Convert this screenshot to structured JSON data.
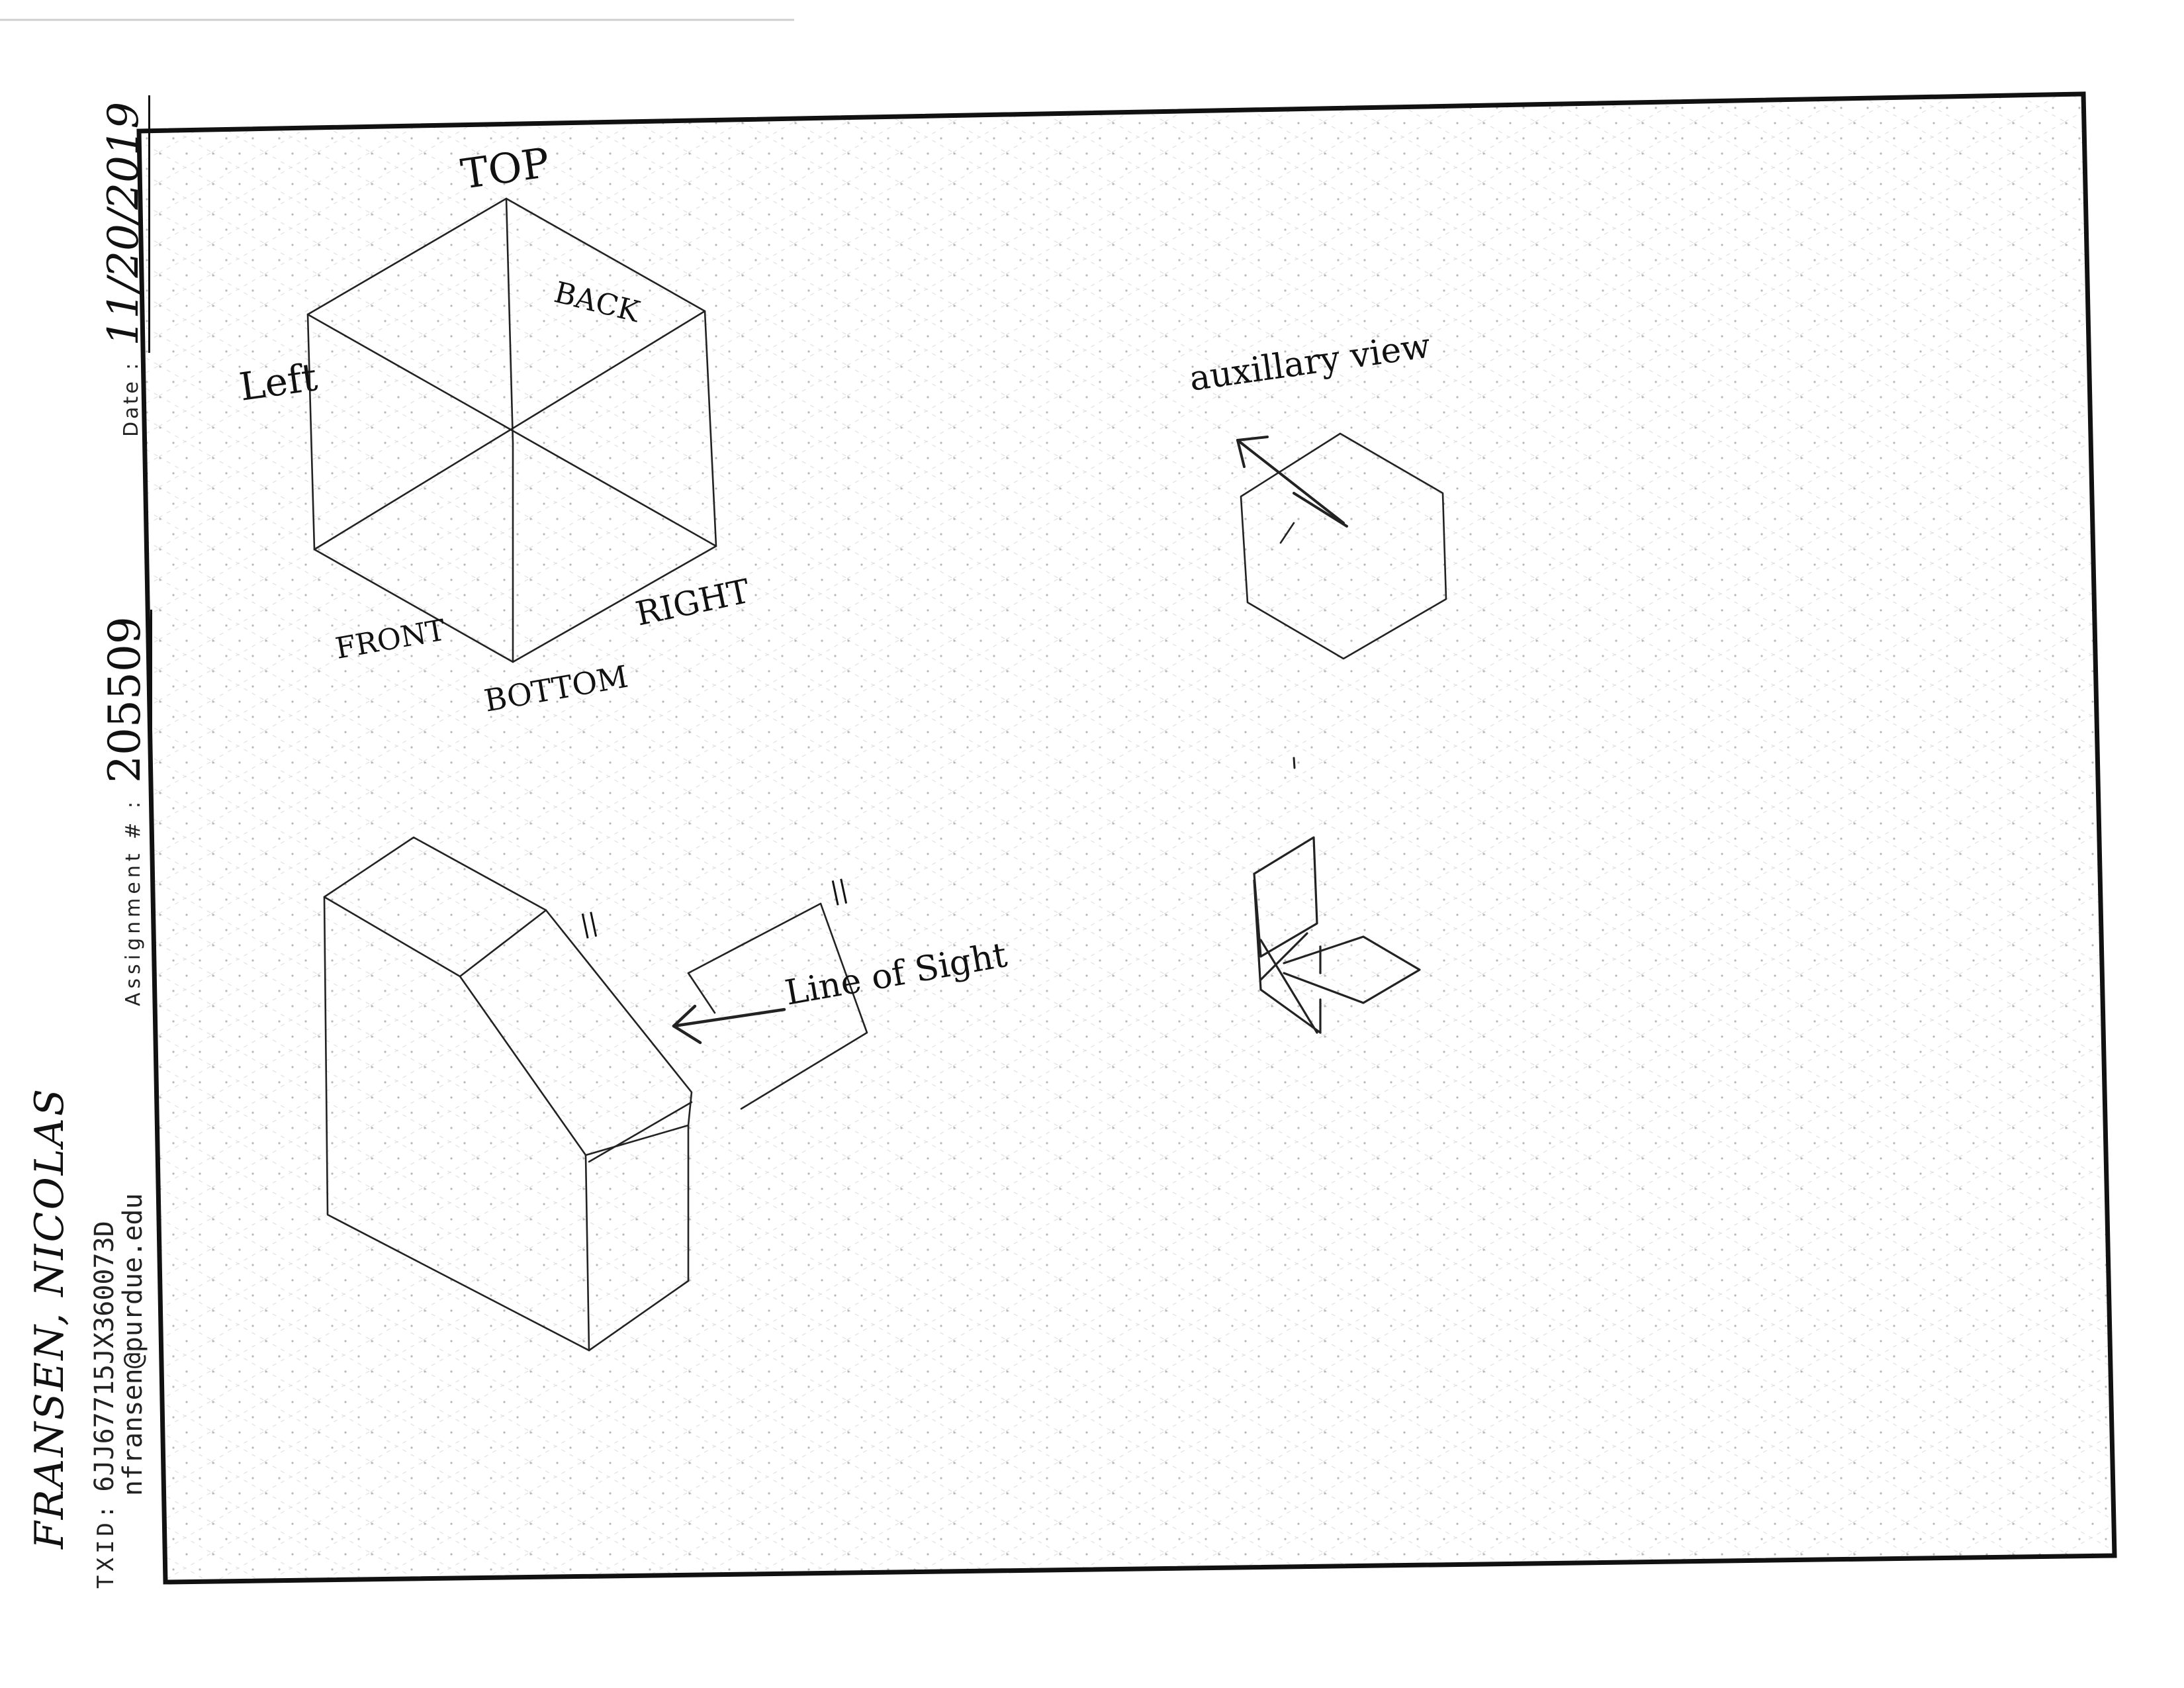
{
  "header": {
    "date_label": "Date :",
    "date_value": "11/20/2019",
    "assignment_label": "Assignment # :",
    "assignment_value": "205509"
  },
  "student": {
    "name": "FRANSEN, NICOLAS",
    "txid_label": "TXID:",
    "txid_value": "6JJ67715JX360073D",
    "email": "nfransen@purdue.edu"
  },
  "drawing": {
    "cube_labels": {
      "top": "TOP",
      "back": "BACK",
      "left": "Left",
      "front": "FRONT",
      "right": "RIGHT",
      "bottom": "BOTTOM"
    },
    "auxiliary_label": "auxillary view",
    "parallel_mark_1": "||",
    "parallel_mark_2": "||",
    "line_of_sight_label": "Line of Sight"
  },
  "colors": {
    "ink": "#111111",
    "border": "#111111",
    "grid": "#b8b8b8",
    "paper": "#ffffff"
  }
}
